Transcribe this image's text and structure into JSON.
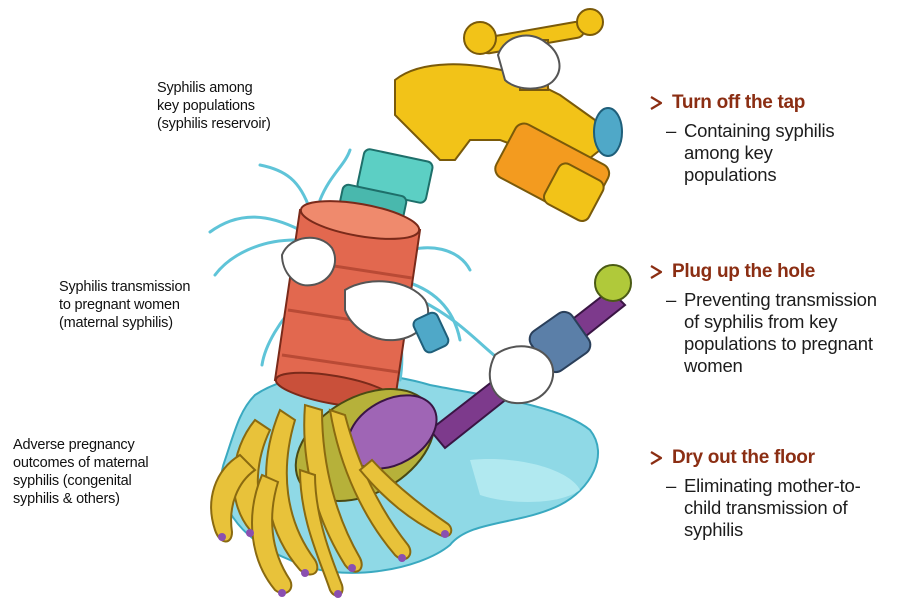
{
  "labels": {
    "reservoir": "Syphilis among\nkey populations\n(syphilis reservoir)",
    "maternal": "Syphilis transmission\nto pregnant women\n(maternal syphilis)",
    "outcomes": "Adverse pregnancy\noutcomes of maternal\nsyphilis (congenital\nsyphilis & others)"
  },
  "actions": [
    {
      "title": "Turn off the tap",
      "description": "Containing syphilis\namong key\npopulations"
    },
    {
      "title": "Plug up the hole",
      "description": "Preventing  transmission\nof syphilis from key\npopulations to pregnant\nwomen"
    },
    {
      "title": "Dry out the floor",
      "description": "Eliminating mother-to-\nchild transmission of\nsyphilis"
    }
  ],
  "colors": {
    "action_title": "#8b2e13",
    "tap": "#f2c318",
    "pipe_cylinder": "#e2684f",
    "pipe_connector": "#5ccfc4",
    "water": "#7fd3e2",
    "mop_strands": "#e8c23a",
    "mop_handle": "#7d3a8c",
    "glove": "#ffffff"
  },
  "icons": [
    "tap-icon",
    "glove-icon",
    "mop-icon",
    "arrow-right-icon"
  ]
}
